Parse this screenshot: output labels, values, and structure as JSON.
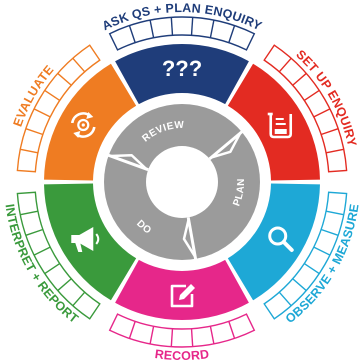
{
  "segments": [
    {
      "id": "ask",
      "label": "ASK QS + PLAN ENQUIRY",
      "color": "#1f3d7a",
      "icon": "question-marks-icon",
      "icon_text": "???"
    },
    {
      "id": "setup",
      "label": "SET UP ENQUIRY",
      "color": "#e32b22",
      "icon": "beaker-icon"
    },
    {
      "id": "observe",
      "label": "OBSERVE + MEASURE",
      "color": "#1ea8d6",
      "icon": "magnifier-icon"
    },
    {
      "id": "record",
      "label": "RECORD",
      "color": "#e6278a",
      "icon": "edit-icon"
    },
    {
      "id": "interpret",
      "label": "INTERPRET + REPORT",
      "color": "#3a9a3c",
      "icon": "megaphone-icon"
    },
    {
      "id": "evaluate",
      "label": "EVALUATE",
      "color": "#ef7c22",
      "icon": "cycle-gear-icon"
    }
  ],
  "cycle": {
    "color": "#9b9b9b",
    "labels": [
      "REVIEW",
      "PLAN",
      "DO"
    ]
  }
}
